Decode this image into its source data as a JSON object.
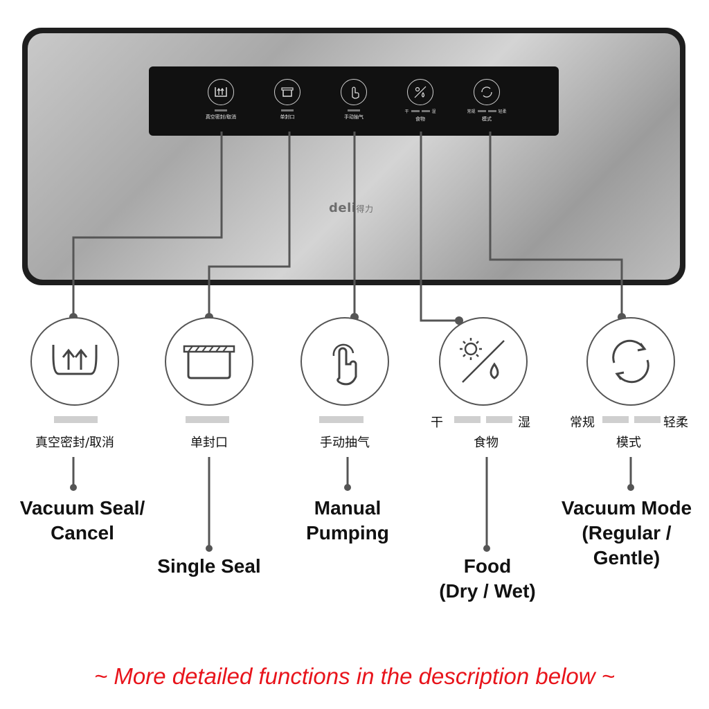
{
  "device": {
    "logo_text": "deli",
    "logo_cn": "得力",
    "panel_buttons": [
      {
        "icon": "vacuum-seal-icon",
        "label": "真空密封/取消"
      },
      {
        "icon": "single-seal-icon",
        "label": "单封口"
      },
      {
        "icon": "hand-pointer-icon",
        "label": "手动抽气"
      },
      {
        "icon": "food-dry-wet-icon",
        "label": "食物",
        "left": "干",
        "right": "湿"
      },
      {
        "icon": "refresh-mode-icon",
        "label": "模式",
        "left": "常规",
        "right": "轻柔"
      }
    ]
  },
  "functions": [
    {
      "icon": "vacuum-seal-icon",
      "cn": "真空密封/取消",
      "en1": "Vacuum Seal/",
      "en2": "Cancel"
    },
    {
      "icon": "single-seal-icon",
      "cn": "单封口",
      "en1": "Single Seal"
    },
    {
      "icon": "hand-pointer-icon",
      "cn": "手动抽气",
      "en1": "Manual",
      "en2": "Pumping"
    },
    {
      "icon": "food-dry-wet-icon",
      "cn": "食物",
      "left": "干",
      "right": "湿",
      "en1": "Food",
      "en2": "(Dry / Wet)"
    },
    {
      "icon": "refresh-mode-icon",
      "cn": "模式",
      "left": "常规",
      "right": "轻柔",
      "en1": "Vacuum Mode",
      "en2": "(Regular /",
      "en3": "Gentle)"
    }
  ],
  "footer": "~ More detailed functions in the description below ~",
  "colors": {
    "accent": "#e8141b",
    "line": "#555555",
    "led": "#cfcfcf"
  }
}
